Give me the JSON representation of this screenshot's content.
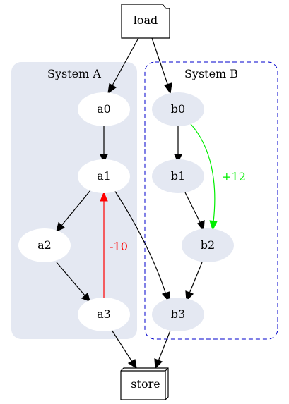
{
  "clusters": {
    "a": {
      "label": "System A",
      "fill": "#e4e8f2"
    },
    "b": {
      "label": "System B",
      "stroke": "#0000cc"
    }
  },
  "nodes": {
    "load": "load",
    "store": "store",
    "a0": "a0",
    "a1": "a1",
    "a2": "a2",
    "a3": "a3",
    "b0": "b0",
    "b1": "b1",
    "b2": "b2",
    "b3": "b3"
  },
  "edge_labels": {
    "a3_a1": {
      "text": "-10",
      "color": "#ff0000"
    },
    "b0_b2": {
      "text": "+12",
      "color": "#00ee00"
    }
  },
  "colors": {
    "node_b_fill": "#e4e8f2",
    "node_a_fill": "#ffffff"
  }
}
